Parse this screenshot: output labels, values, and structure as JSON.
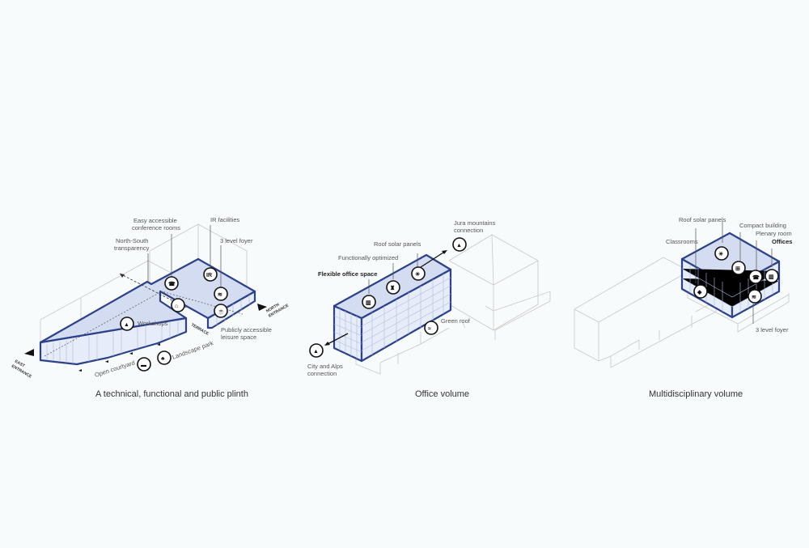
{
  "panels": [
    {
      "caption": "A technical, functional and public plinth",
      "labels": {
        "conference": [
          "Easy accessible",
          "conference rooms"
        ],
        "ir": "IR facilities",
        "transparency": [
          "North-South",
          "transparency"
        ],
        "foyer": "3 level foyer",
        "workshops": "Workshops",
        "leisure": [
          "Publicly accessible",
          "leisure space"
        ],
        "terrace": "TERRACE",
        "landscape": "Landscape park",
        "courtyard": "Open courtyard",
        "east": [
          "EAST",
          "ENTRANCE"
        ],
        "north": [
          "NORTH",
          "ENTRANCE"
        ]
      },
      "icons": {
        "ir": "IR"
      }
    },
    {
      "caption": "Office volume",
      "labels": {
        "jura": [
          "Jura mountains",
          "connection"
        ],
        "solar": "Roof solar panels",
        "optimized": "Functionally optimized",
        "flexible": "Flexible office space",
        "green": "Green roof",
        "city": [
          "City and Alps",
          "connection"
        ]
      }
    },
    {
      "caption": "Multidisciplinary volume",
      "labels": {
        "solar": "Roof solar panels",
        "compact": "Compact building",
        "plenary": "Plenary room",
        "offices": "Offices",
        "classrooms": "Classrooms",
        "foyer": "3 level foyer"
      }
    }
  ],
  "colors": {
    "outline": "#2b418a",
    "fill": "#d3dcf0",
    "context": "#c8c8c8",
    "background": "#f8fbfb"
  }
}
